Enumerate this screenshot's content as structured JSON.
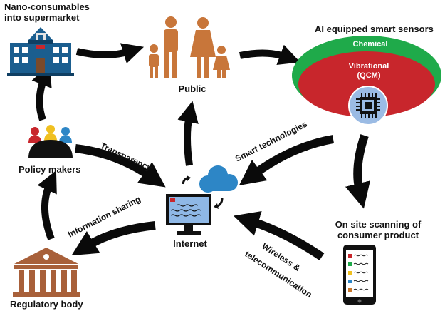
{
  "nodes": {
    "supermarket": {
      "label_line1": "Nano-consumables",
      "label_line2": "into supermarket"
    },
    "public": {
      "label": "Public"
    },
    "sensors": {
      "title": "AI equipped smart sensors",
      "outer_label": "Chemical",
      "inner_label_line1": "Vibrational",
      "inner_label_line2": "(QCM)"
    },
    "policy": {
      "label": "Policy makers"
    },
    "internet": {
      "label": "Internet"
    },
    "scanning": {
      "label_line1": "On site scanning of",
      "label_line2": "consumer product"
    },
    "regulatory": {
      "label": "Regulatory body"
    }
  },
  "edges": {
    "transparency": "Transparency",
    "smart_tech": "Smart technologies",
    "info_sharing": "Information sharing",
    "wireless_line1": "Wireless &",
    "wireless_line2": "telecommunication"
  },
  "colors": {
    "people": "#c8763a",
    "chemical_ring": "#1faa4a",
    "vibrational": "#c8262c",
    "chip_circle": "#9bbbe4",
    "cloud": "#2d86c6",
    "monitor_screen": "#8fb8e6",
    "building": "#1b5e8f",
    "bank": "#a8603a",
    "arrow": "#0a0a0a"
  }
}
